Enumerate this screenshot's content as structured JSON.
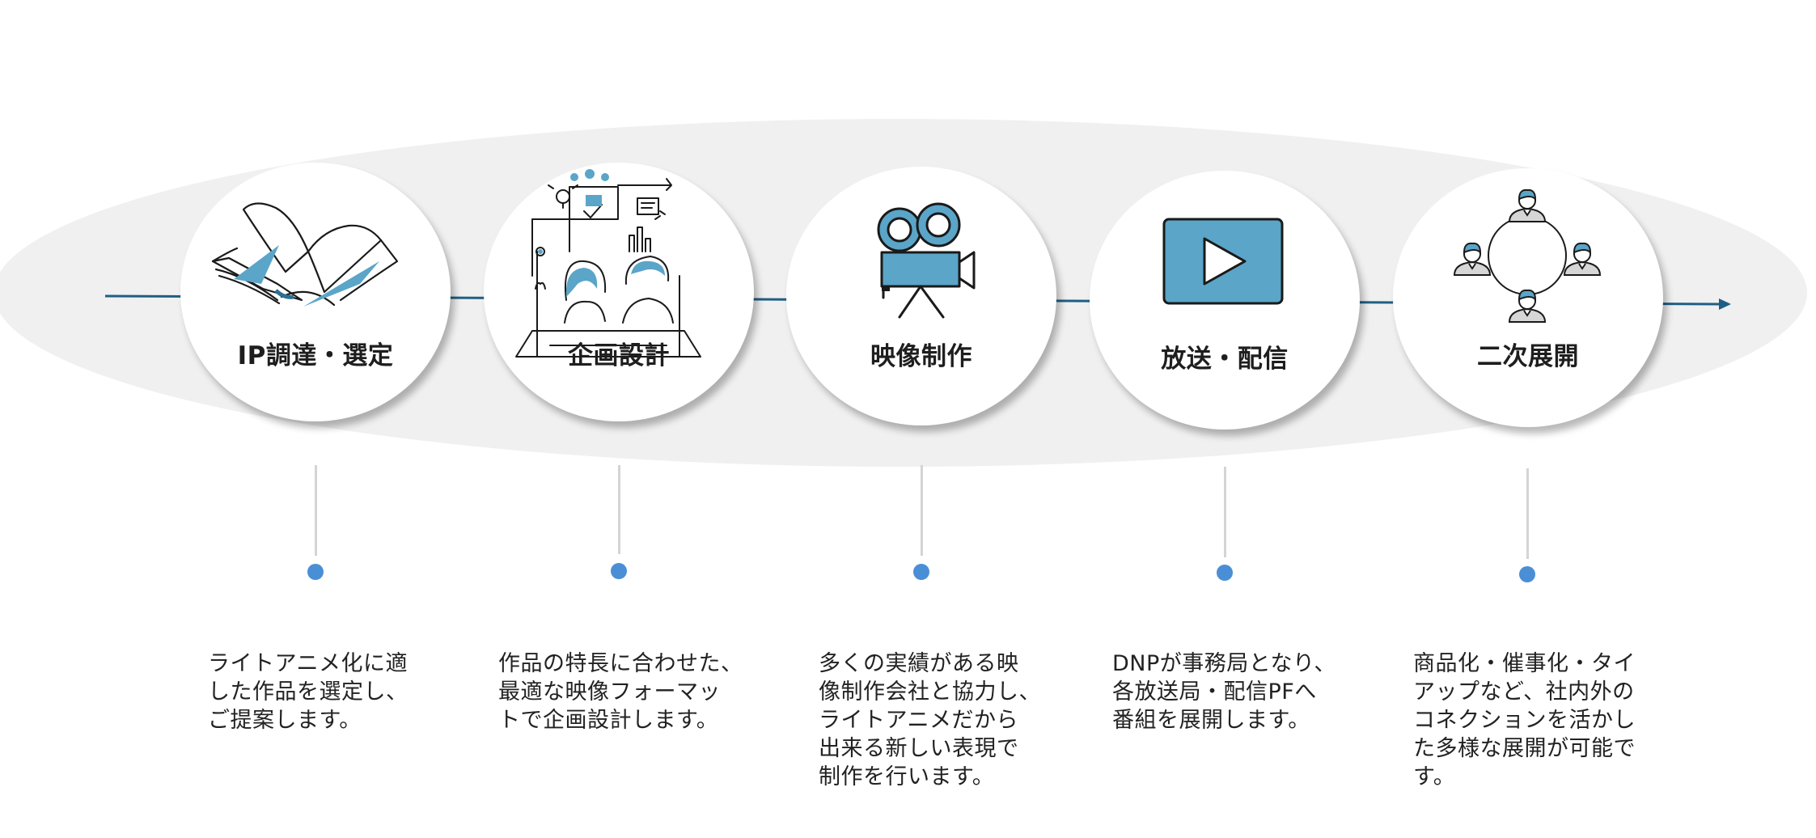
{
  "colors": {
    "band": "#f0f0f0",
    "flow_line": "#1f5f85",
    "icon_fill": "#5aa5c8",
    "dot": "#4a8fd6",
    "stem": "#d4d4d4"
  },
  "steps": [
    {
      "title": "IP調達・選定",
      "icon": "open-book-icon",
      "description": "ライトアニメ化に適\nした作品を選定し、\nご提案します。"
    },
    {
      "title": "企画設計",
      "icon": "planning-meeting-icon",
      "description": "作品の特長に合わせた、\n最適な映像フォーマッ\nトで企画設計します。"
    },
    {
      "title": "映像制作",
      "icon": "movie-camera-icon",
      "description": "多くの実績がある映\n像制作会社と協力し、\nライトアニメだから\n出来る新しい表現で\n制作を行います。"
    },
    {
      "title": "放送・配信",
      "icon": "play-button-icon",
      "description": "DNPが事務局となり、\n各放送局・配信PFへ\n番組を展開します。"
    },
    {
      "title": "二次展開",
      "icon": "people-network-icon",
      "description": "商品化・催事化・タイ\nアップなど、社内外の\nコネクションを活かし\nた多様な展開が可能で\nす。"
    }
  ]
}
